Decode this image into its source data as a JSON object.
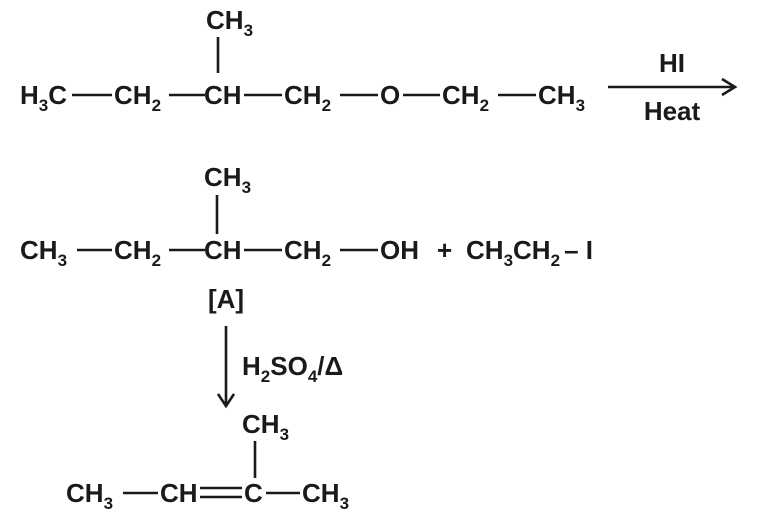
{
  "reaction_1": {
    "reactant": {
      "branch": {
        "main": "CH",
        "sub": "3"
      },
      "chain": [
        {
          "main": "H",
          "sub": "3"
        },
        {
          "main": "C",
          "sub": ""
        },
        {
          "main": "CH",
          "sub": "2"
        },
        {
          "main": "CH",
          "sub": ""
        },
        {
          "main": "CH",
          "sub": "2"
        },
        {
          "main": "O",
          "sub": ""
        },
        {
          "main": "CH",
          "sub": "2"
        },
        {
          "main": "CH",
          "sub": "3"
        }
      ]
    },
    "reagent_above": "HI",
    "reagent_below": "Heat"
  },
  "reaction_2": {
    "product_a": {
      "branch": {
        "main": "CH",
        "sub": "3"
      },
      "chain": [
        {
          "main": "CH",
          "sub": "3"
        },
        {
          "main": "CH",
          "sub": "2"
        },
        {
          "main": "CH",
          "sub": ""
        },
        {
          "main": "CH",
          "sub": "2"
        },
        {
          "main": "OH",
          "sub": ""
        }
      ],
      "label": "[A]"
    },
    "plus": "+",
    "byproduct": [
      {
        "main": "CH",
        "sub": "3"
      },
      {
        "main": "CH",
        "sub": "2"
      },
      {
        "main": "– I",
        "sub": ""
      }
    ]
  },
  "reaction_3": {
    "reagent": [
      {
        "main": "H",
        "sub": "2"
      },
      {
        "main": "SO",
        "sub": "4"
      },
      {
        "main": "/Δ",
        "sub": ""
      }
    ],
    "product": {
      "branch": {
        "main": "CH",
        "sub": "3"
      },
      "chain": [
        {
          "main": "CH",
          "sub": "3"
        },
        {
          "main": "CH",
          "sub": ""
        },
        {
          "main": "C",
          "sub": ""
        },
        {
          "main": "CH",
          "sub": "3"
        }
      ]
    }
  }
}
